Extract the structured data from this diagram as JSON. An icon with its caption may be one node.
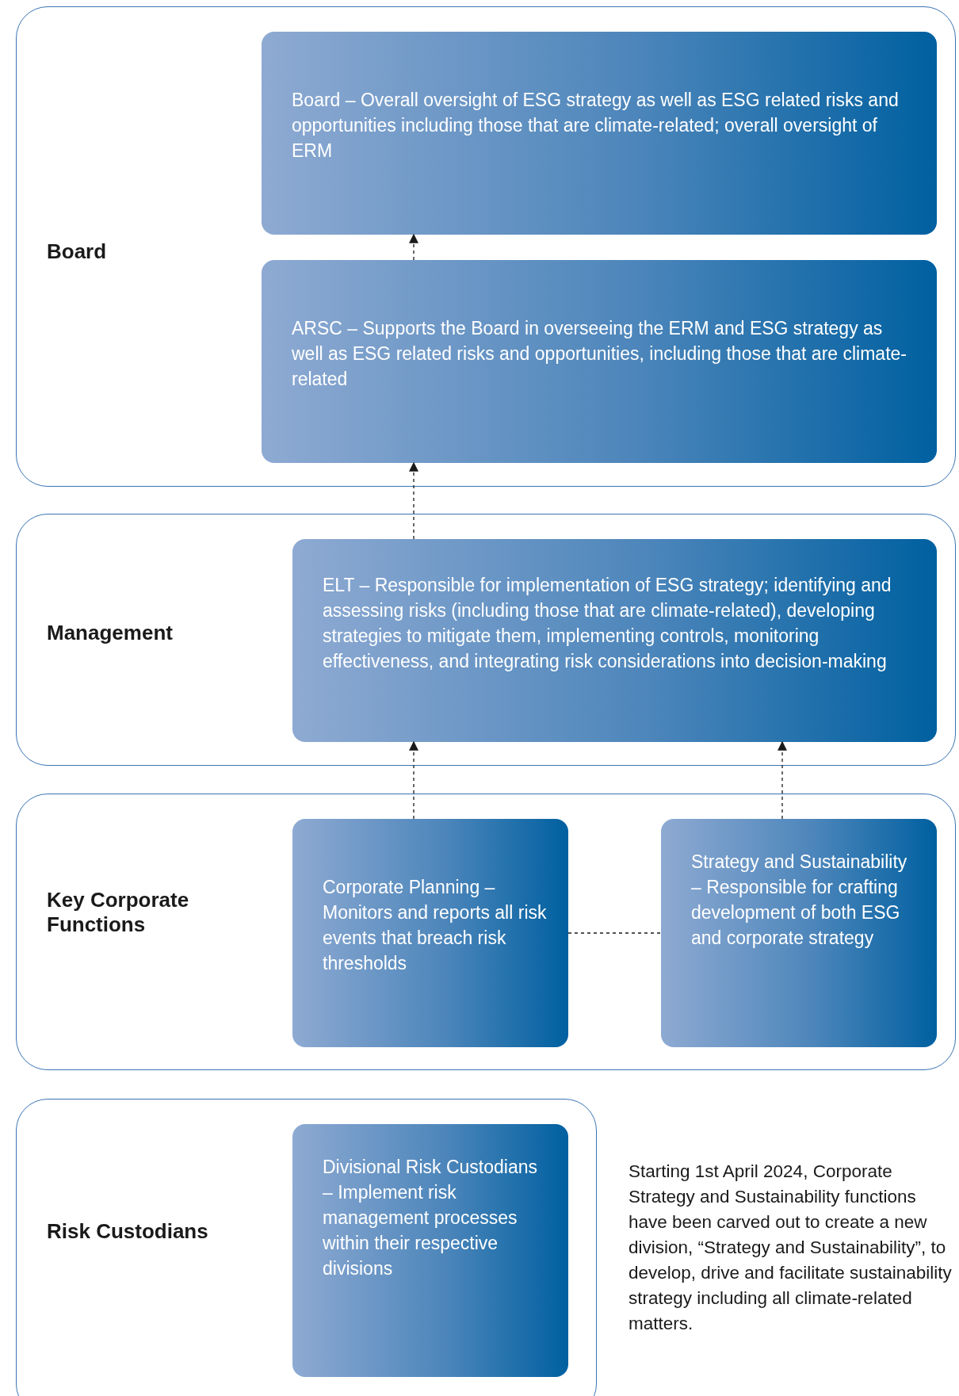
{
  "diagram": {
    "nodes": [
      {
        "text": [
          "Board"
        ]
      },
      {
        "text": [
          "Board – Overall oversight of ESG strategy as well as ESG related risks and opportunities including those that are climate-related; overall oversight of ERM"
        ],
        "in": 0
      },
      {
        "text": [
          "ARSC – Supports the Board in overseeing the ERM and ESG strategy as well as ESG related risks and opportunities, including those that are climate-related"
        ],
        "in": 0
      },
      {
        "text": [
          "Management"
        ]
      },
      {
        "text": [
          "ELT – Responsible for implementation of ESG strategy; identifying and assessing risks (including those that are climate-related), developing strategies to mitigate them, implementing controls, monitoring effectiveness, and integrating risk considerations into decision-making"
        ],
        "in": 3
      },
      {
        "text": [
          "Key Corporate Functions"
        ]
      },
      {
        "text": [
          "Corporate Planning – Monitors and reports all risk events that breach risk thresholds"
        ],
        "in": 5
      },
      {
        "text": [
          "Strategy and Sustainability – Responsible for crafting development of both ESG and corporate strategy"
        ],
        "in": 5
      },
      {
        "text": [
          "Risk Custodians"
        ]
      },
      {
        "text": [
          "Divisional Risk Custodians – Implement risk management processes within their respective divisions"
        ],
        "in": 8
      }
    ],
    "edges": [
      {
        "from": 2,
        "to": 1,
        "arrow": "to",
        "style": "dashed"
      },
      {
        "from": 4,
        "to": 2,
        "arrow": "to",
        "style": "dashed"
      },
      {
        "from": 6,
        "to": 4,
        "arrow": "to",
        "style": "dashed"
      },
      {
        "from": 7,
        "to": 4,
        "arrow": "to",
        "style": "dashed"
      },
      {
        "from": 6,
        "to": 7,
        "arrow": "none",
        "style": "dashed"
      }
    ],
    "labels": [
      "Starting 1st April 2024, Corporate Strategy and Sustainability functions have been carved out to create a new division, “Strategy and Sustainability”, to develop, drive and facilitate sustainability strategy including all climate-related matters."
    ]
  }
}
